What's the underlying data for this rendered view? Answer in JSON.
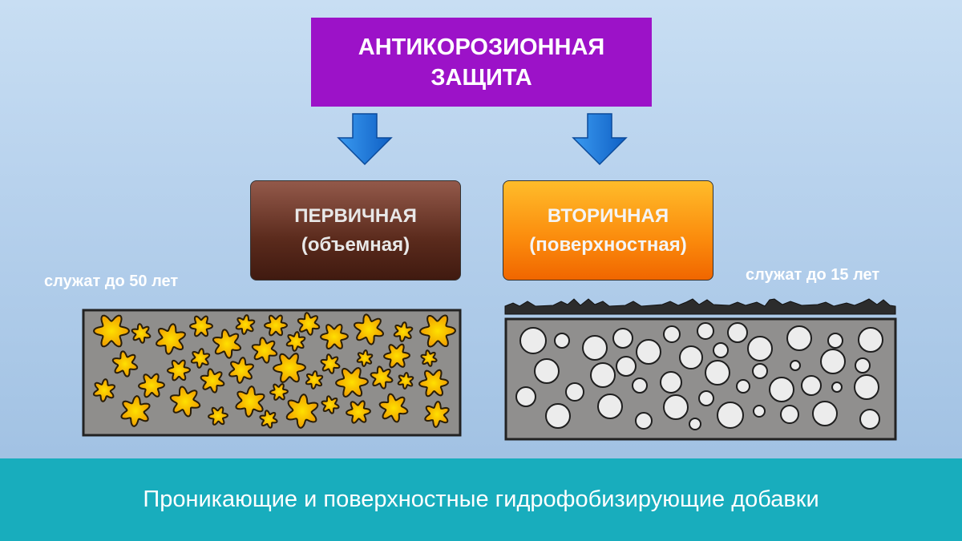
{
  "title": "АНТИКОРОЗИОННАЯ\nЗАЩИТА",
  "primary": {
    "name": "ПЕРВИЧНАЯ",
    "subtitle": "(объемная)",
    "lifetime": "служат до 50 лет"
  },
  "secondary": {
    "name": "ВТОРИЧНАЯ",
    "subtitle": "(поверхностная)",
    "lifetime": "служат до 15 лет"
  },
  "footer": "Проникающие и поверхностные гидрофобизирующие добавки",
  "colors": {
    "title_bg": "#9c12c8",
    "arrow": "#1a74d6",
    "footer_bg": "#18adbd",
    "block": "#8f8e8c",
    "star": "#f5b800"
  }
}
